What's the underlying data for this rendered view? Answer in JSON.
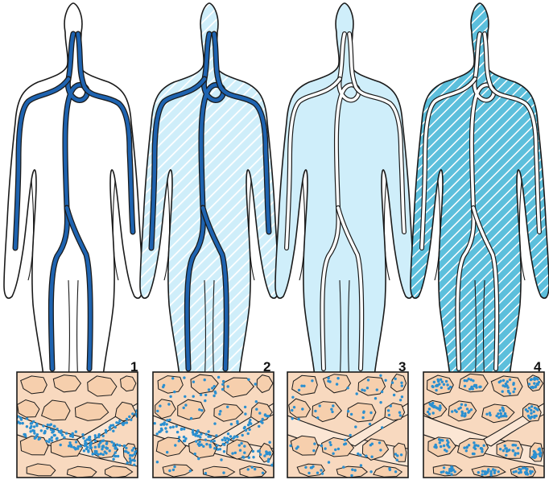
{
  "panels": [
    {
      "number": "1",
      "body_fill": "plain",
      "vessel_style": "filled",
      "tissue_dots": "vessel"
    },
    {
      "number": "2",
      "body_fill": "light-hatch",
      "vessel_style": "filled",
      "tissue_dots": "vessel-and-interstitial"
    },
    {
      "number": "3",
      "body_fill": "solid",
      "vessel_style": "outline",
      "tissue_dots": "interstitial-and-cells"
    },
    {
      "number": "4",
      "body_fill": "dense-hatch",
      "vessel_style": "outline",
      "tissue_dots": "cells"
    }
  ],
  "colors": {
    "outline": "#1a1a1a",
    "vessel_blue": "#1e63b0",
    "body_light_blue": "#cfeefa",
    "hatch_blue": "#5cbfdc",
    "tissue_beige": "#f8d9bf",
    "dot_blue": "#2a8fd0"
  }
}
